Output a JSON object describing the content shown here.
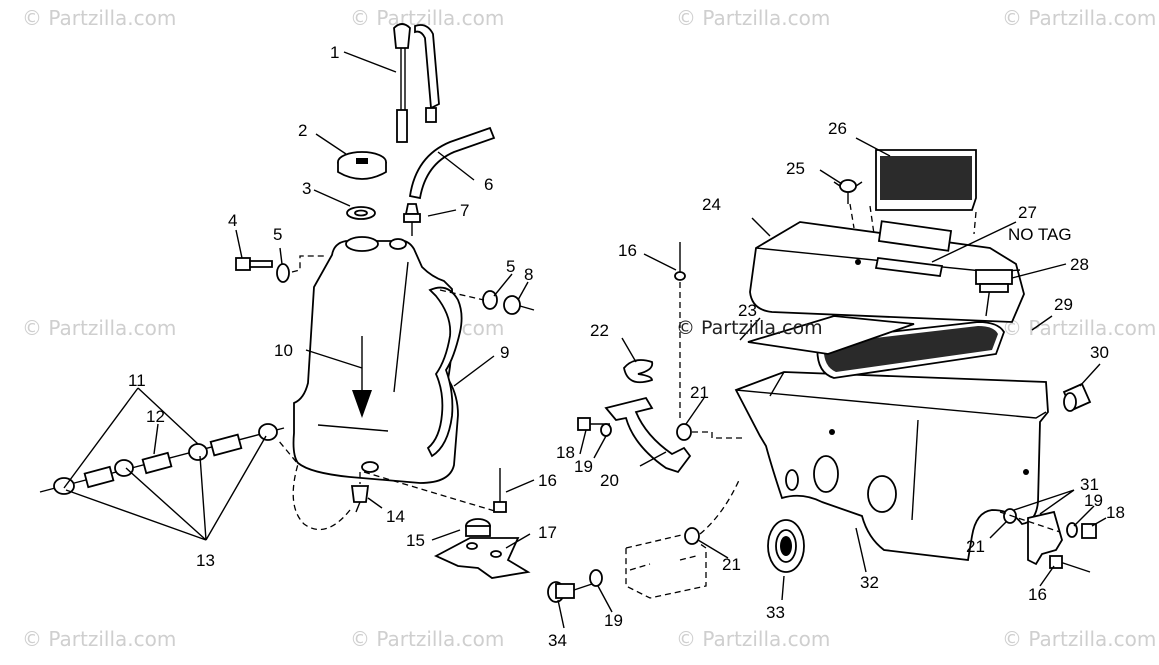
{
  "watermark": "© Partzilla.com",
  "watermark_mid": "© Partzilla.com",
  "callouts": {
    "c1": "1",
    "c2": "2",
    "c3": "3",
    "c4": "4",
    "c5a": "5",
    "c5b": "5",
    "c6": "6",
    "c7": "7",
    "c8": "8",
    "c9": "9",
    "c10": "10",
    "c11": "11",
    "c12": "12",
    "c13": "13",
    "c14": "14",
    "c15": "15",
    "c16a": "16",
    "c16b": "16",
    "c16c": "16",
    "c17": "17",
    "c18a": "18",
    "c18b": "18",
    "c19a": "19",
    "c19b": "19",
    "c19c": "19",
    "c20": "20",
    "c21a": "21",
    "c21b": "21",
    "c21c": "21",
    "c22": "22",
    "c23": "23",
    "c24": "24",
    "c25": "25",
    "c26": "26",
    "c27": "27",
    "c28": "28",
    "c29": "29",
    "c30": "30",
    "c31": "31",
    "c32": "32",
    "c33": "33",
    "c34": "34"
  },
  "note_no_tag": "NO TAG"
}
